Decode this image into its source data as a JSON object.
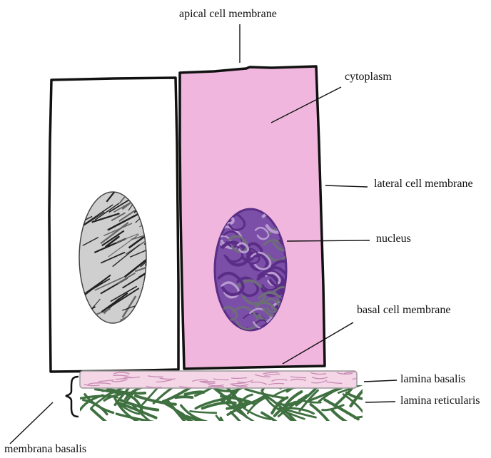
{
  "labels": {
    "apical": "apical cell membrane",
    "cytoplasm": "cytoplasm",
    "lateral": "lateral cell membrane",
    "nucleus": "nucleus",
    "basal": "basal cell membrane",
    "lamina_basalis": "lamina basalis",
    "lamina_reticularis": "lamina reticularis",
    "membrana_basalis": "membrana basalis"
  },
  "colors": {
    "outline": "#111111",
    "cytoplasm_fill": "#f1b6dd",
    "nucleus_dark": "#5a2d86",
    "nucleus_mid": "#7b4fa8",
    "nucleus_light": "#b99bd2",
    "nucleus_grey": "#6e6e78",
    "grey_nucleus": "#444444",
    "lamina_basalis_fill": "#f4d6e6",
    "lamina_basalis_fiber": "#c88bb4",
    "lamina_reticularis_fiber": "#3f7040",
    "arrow": "#111111"
  },
  "icons": {
    "left_cell": "unstained-cell-shape",
    "right_cell": "pink-cell-shape",
    "left_nucleus": "grey-nucleus-shape",
    "right_nucleus": "purple-nucleus-shape",
    "bracket": "curly-bracket-shape"
  }
}
